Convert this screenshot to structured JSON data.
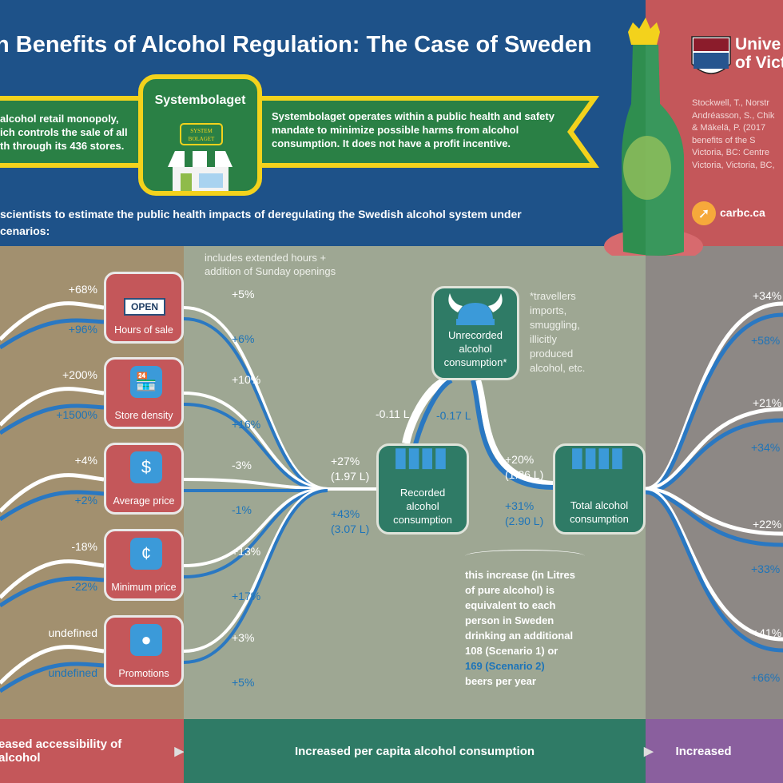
{
  "header": {
    "title": "n Benefits of Alcohol Regulation: The Case of Sweden",
    "left_text": [
      "alcohol retail monopoly,",
      "ich controls the sale of all",
      "th through its 436 stores."
    ],
    "store_title": "Systembolaget",
    "store_sign": [
      "SYSTEM",
      "BOLAGET"
    ],
    "right_text": [
      "Systembolaget operates within a public health and safety",
      "mandate to minimize possible harms from alcohol",
      "consumption. It does not have a profit incentive."
    ],
    "intro": [
      "scientists to estimate the public health impacts of deregulating the Swedish alcohol system under",
      "cenarios:"
    ]
  },
  "sidebar": {
    "university": [
      "Unive",
      "of Vict"
    ],
    "citation": [
      "Stockwell, T., Norstr",
      "Andréasson, S., Chik",
      "& Mäkelä, P. (2017",
      "benefits of the S",
      "Victoria, BC: Centre",
      "Victoria, Victoria, BC,"
    ],
    "link": "carbc.ca"
  },
  "factors": [
    {
      "label": "Hours of sale",
      "sign": "OPEN",
      "in1": "+68%",
      "in2": "+96%",
      "out1": "+5%",
      "out2": "+6%"
    },
    {
      "label": "Store density",
      "in1": "+200%",
      "in2": "+1500%",
      "out1": "+10%",
      "out2": "+16%"
    },
    {
      "label": "Average price",
      "in1": "+4%",
      "in2": "+2%",
      "out1": "-3%",
      "out2": "-1%"
    },
    {
      "label": "Minimum price",
      "in1": "-18%",
      "in2": "-22%",
      "out1": "+13%",
      "out2": "+17%"
    },
    {
      "label": "Promotions",
      "in1": "undefined",
      "in2": "undefined",
      "out1": "+3%",
      "out2": "+5%"
    }
  ],
  "hours_note": [
    "includes extended hours +",
    "addition of Sunday openings"
  ],
  "unrecorded": {
    "label": [
      "Unrecorded",
      "alcohol",
      "consumption*"
    ],
    "note": [
      "*travellers",
      "imports,",
      "smuggling,",
      "illicitly",
      "produced",
      "alcohol, etc."
    ],
    "v1": "-0.11 L",
    "v2": "-0.17 L"
  },
  "recorded": {
    "label": [
      "Recorded",
      "alcohol",
      "consumption"
    ],
    "v1": [
      "+27%",
      "(1.97 L)"
    ],
    "v2": [
      "+43%",
      "(3.07 L)"
    ]
  },
  "total": {
    "label": [
      "Total alcohol",
      "consumption"
    ],
    "v1": [
      "+20%",
      "(1.86 L)"
    ],
    "v2": [
      "+31%",
      "(2.90 L)"
    ]
  },
  "increase_note": {
    "l1": "this increase (in Litres",
    "l2": "of pure alcohol) is",
    "l3": "equivalent to each",
    "l4": "person in Sweden",
    "l5": "drinking an additional",
    "b1": "108",
    "t1": " (Scenario 1) or",
    "b2": "169 (Scenario 2)",
    "l8": "beers per year"
  },
  "right_values": [
    [
      "+34%",
      "+58%"
    ],
    [
      "+21%",
      "+34%"
    ],
    [
      "+22%",
      "+33%"
    ],
    [
      "+41%",
      "+66%"
    ]
  ],
  "footer": {
    "left": "eased accessibility of alcohol",
    "middle": "Increased per capita alcohol consumption",
    "right": "Increased"
  },
  "colors": {
    "blue": "#1e5289",
    "red": "#c4575a",
    "green": "#2a8045",
    "teal": "#2f7b66",
    "purple": "#8a5f9e",
    "accent": "#1d74b9"
  }
}
